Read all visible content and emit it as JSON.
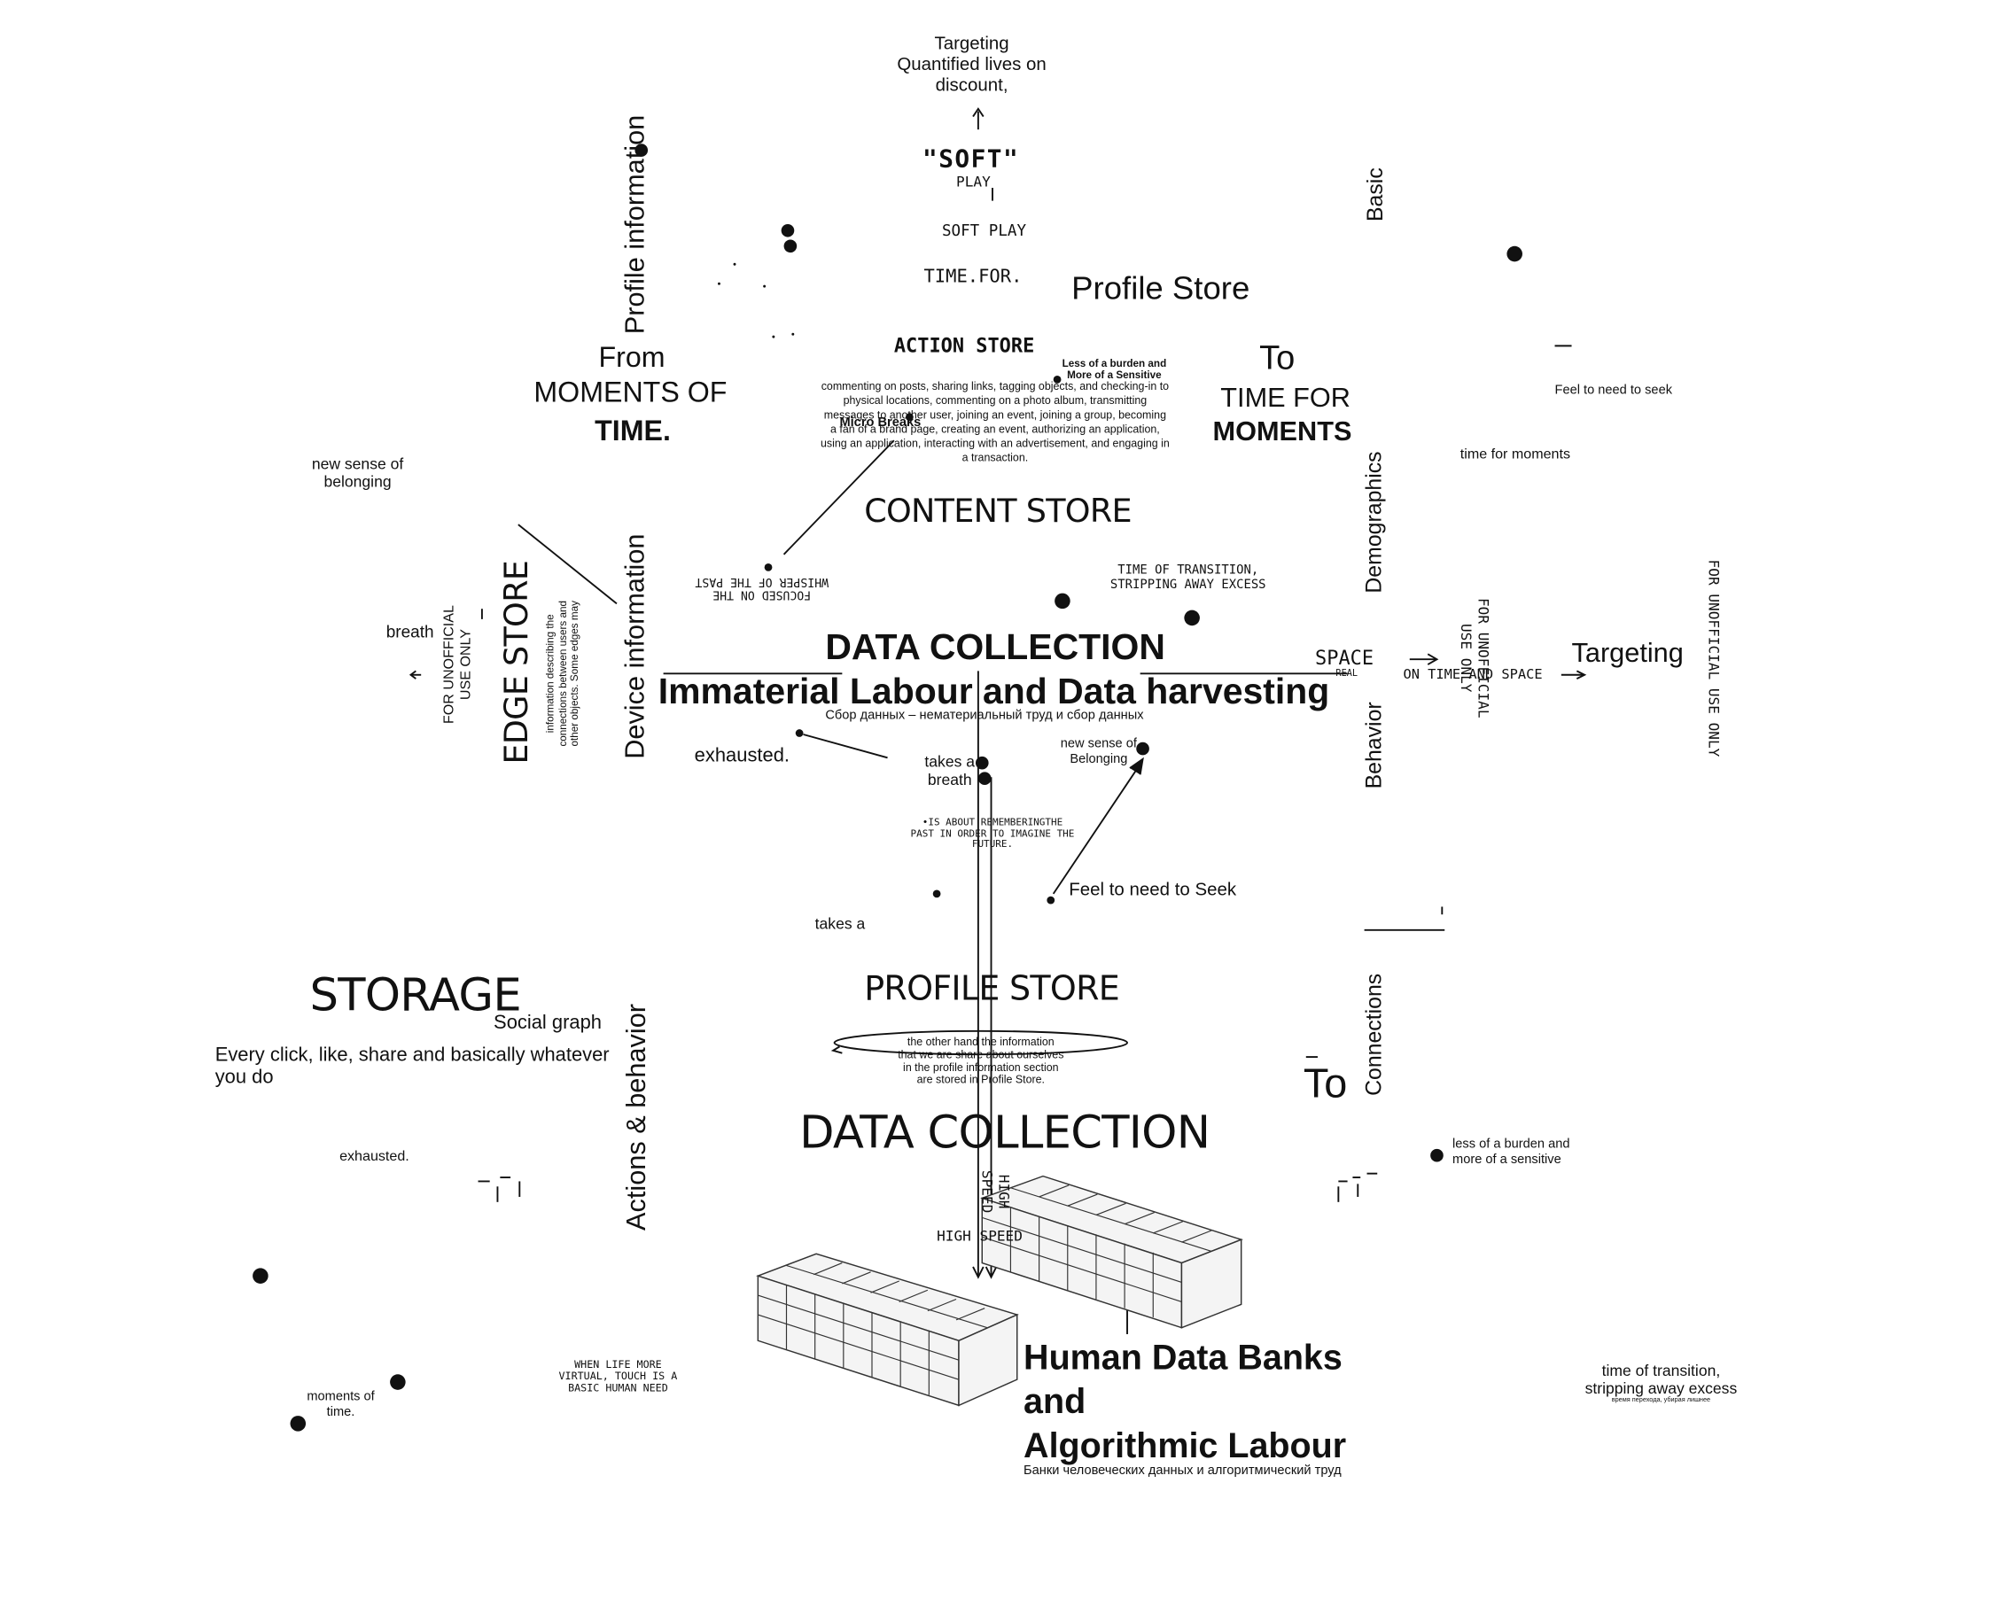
{
  "labels": {
    "targeting_top": "Targeting\nQuantified lives on\ndiscount,",
    "soft_quote": "\"SOFT\"",
    "play": "PLAY",
    "soft_play": "SOFT PLAY",
    "time_for": "TIME.FOR.",
    "profile_store_top": "Profile Store",
    "action_store": "ACTION STORE",
    "less_burden_top": "Less of a burden and\nMore of a Sensitive",
    "action_store_desc": "commenting on posts, sharing links, tagging objects, and checking-in to physical locations, commenting on a photo album, transmitting messages to another user, joining an event, joining a group, becoming a fan of a brand page, creating an event, authorizing an application, using an application, interacting with an advertisement, and engaging in a transaction.",
    "micro_breaks": "Micro Breaks",
    "from": "From",
    "moments_of": "MOMENTS OF",
    "time_bold": "TIME.",
    "to_top": "To",
    "time_for_right": "TIME FOR",
    "moments_bold": "MOMENTS",
    "basic": "Basic",
    "profile_information": "Profile information",
    "feel_to_need_right": "Feel to need to seek",
    "time_for_moments_right": "time for moments",
    "new_sense_left": "new sense of\nbelonging",
    "content_store": "CONTENT STORE",
    "focused_past": "FOCUSED ON THE\nWHISPER OF THE PAST",
    "time_of_transition_center": "TIME OF TRANSITION,\nSTRIPPING AWAY EXCESS",
    "demographics": "Demographics",
    "device_information": "Device information",
    "breath_left": "breath",
    "for_unofficial_left": "FOR UNOFFICIAL\nUSE ONLY",
    "edge_store": "EDGE STORE",
    "edge_store_desc": "information describing the connections between users and other objects. Some edges may",
    "data_collection_bold": "DATA COLLECTION",
    "immaterial_labour": "Immaterial Labour and Data harvesting",
    "russian_data": "Сбор данных – нематериальный труд и сбор данных",
    "space": "SPACE",
    "real": "REAL",
    "on_time_space": "ON TIME AND SPACE",
    "for_unofficial_mid": "FOR UNOFFICIAL\nUSE ONLY",
    "targeting_right": "Targeting",
    "for_unofficial_far": "FOR UNOFFICIAL USE ONLY",
    "behavior": "Behavior",
    "exhausted_center": "exhausted.",
    "takes_a_breath": "takes a\nbreath",
    "new_sense_center": "new sense of\nBelonging",
    "remembering": "•IS ABOUT REMEMBERINGTHE\nPAST IN ORDER TO IMAGINE THE\nFUTURE.",
    "feel_to_need_center": "Feel to need to Seek",
    "takes_a": "takes a",
    "storage": "STORAGE",
    "social_graph": "Social graph",
    "every_click": "Every click, like, share and basically whatever\nyou do",
    "actions_behavior": "Actions & behavior",
    "profile_store_center": "PROFILE STORE",
    "profile_store_desc": "the other hand the information\nthat we are share about ourselves\nin the profile information section\nare stored in Profile Store.",
    "to_bottom": "To",
    "connections": "Connections",
    "data_collection_thin": "DATA COLLECTION",
    "high_speed_vertical": "HIGH\nSPEED",
    "high_speed": "HIGH SPEED",
    "exhausted_left": "exhausted.",
    "less_burden_right": "less of a burden and\nmore of a sensitive",
    "when_life": "WHEN LIFE MORE\nVIRTUAL, TOUCH IS A\nBASIC HUMAN NEED",
    "moments_of_time": "moments of\ntime.",
    "human_data_banks": "Human Data Banks\nand\nAlgorithmic Labour",
    "russian_banks": "Банки человеческих данных и алгоритмический труд",
    "time_transition_right": "time of transition,\nstripping away excess",
    "russian_transition": "время перехода, убирая лишнее"
  },
  "colors": {
    "ink": "#111111",
    "server_stroke": "#333333",
    "server_fill": "#f4f4f4"
  },
  "icons": [
    "arrow-up-icon",
    "arrow-right-icon",
    "arrow-left-icon",
    "server-rack-icon",
    "dot-icon"
  ]
}
